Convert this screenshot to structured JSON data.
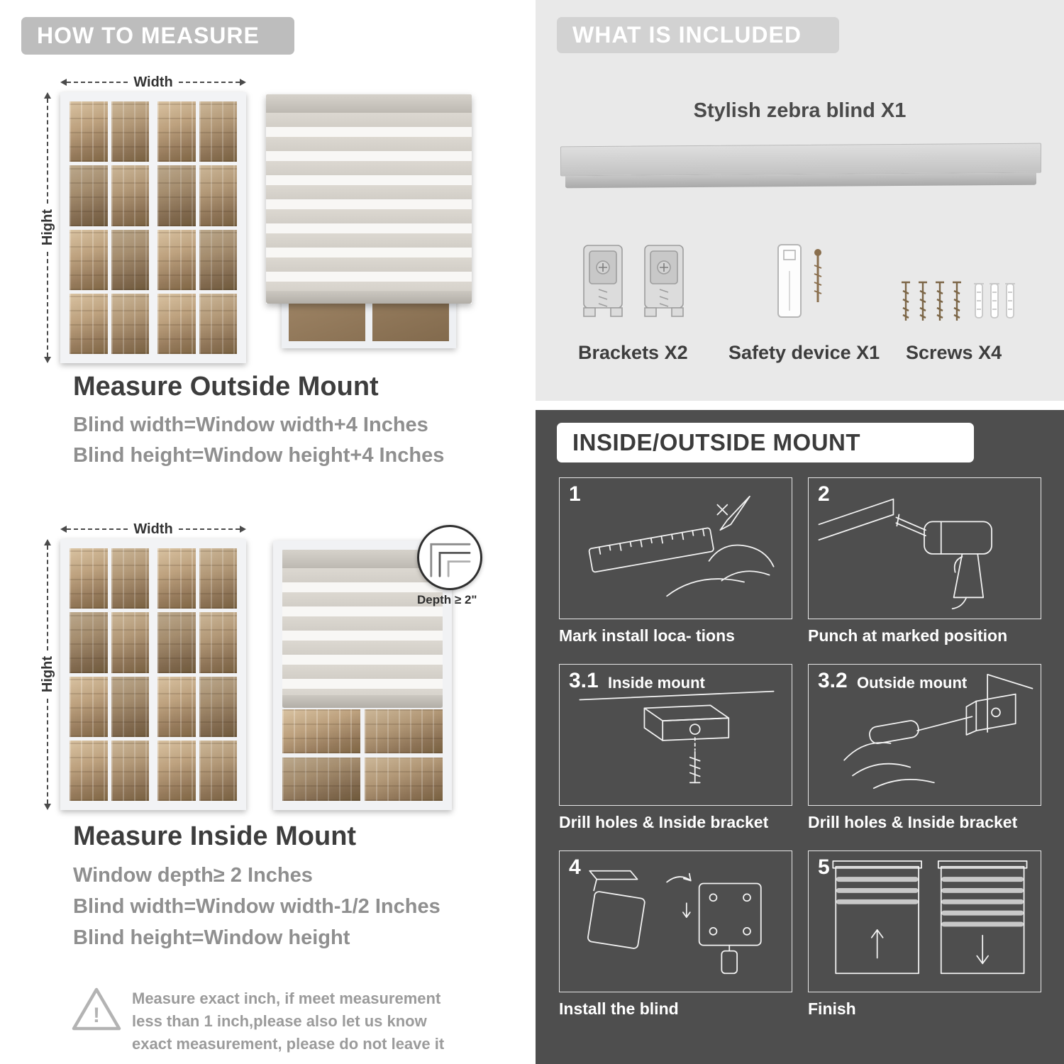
{
  "left": {
    "header": "HOW TO MEASURE",
    "width_label": "Width",
    "height_label": "Hight",
    "outside": {
      "title": "Measure Outside Mount",
      "line1": "Blind width=Window width+4 Inches",
      "line2": "Blind height=Window height+4 Inches"
    },
    "inside": {
      "depth_label": "Depth ≥ 2\"",
      "title": "Measure Inside Mount",
      "line1": "Window depth≥ 2 Inches",
      "line2": "Blind width=Window width-1/2 Inches",
      "line3": "Blind height=Window height"
    },
    "warning": {
      "glyph": "!",
      "text": "Measure exact inch, if meet measurement less than 1 inch,please also let us know exact measurement, please do not leave it"
    }
  },
  "right": {
    "included": {
      "header": "WHAT IS INCLUDED",
      "blind_name": "Stylish zebra blind X1",
      "brackets_label": "Brackets X2",
      "safety_label": "Safety device X1",
      "screws_label": "Screws X4"
    },
    "mount": {
      "header": "INSIDE/OUTSIDE MOUNT",
      "steps": [
        {
          "num": "1",
          "sub": "",
          "caption": "Mark install loca- tions"
        },
        {
          "num": "2",
          "sub": "",
          "caption": "Punch at marked position"
        },
        {
          "num": "3.1",
          "sub": "Inside mount",
          "caption": "Drill holes & Inside bracket"
        },
        {
          "num": "3.2",
          "sub": "Outside mount",
          "caption": "Drill holes & Inside bracket"
        },
        {
          "num": "4",
          "sub": "",
          "caption": "Install the blind"
        },
        {
          "num": "5",
          "sub": "",
          "caption": "Finish"
        }
      ]
    },
    "colors": {
      "dark_panel": "#4e4e4e",
      "light_panel": "#e9e9e9",
      "header_gray": "#bdbdbd"
    }
  }
}
